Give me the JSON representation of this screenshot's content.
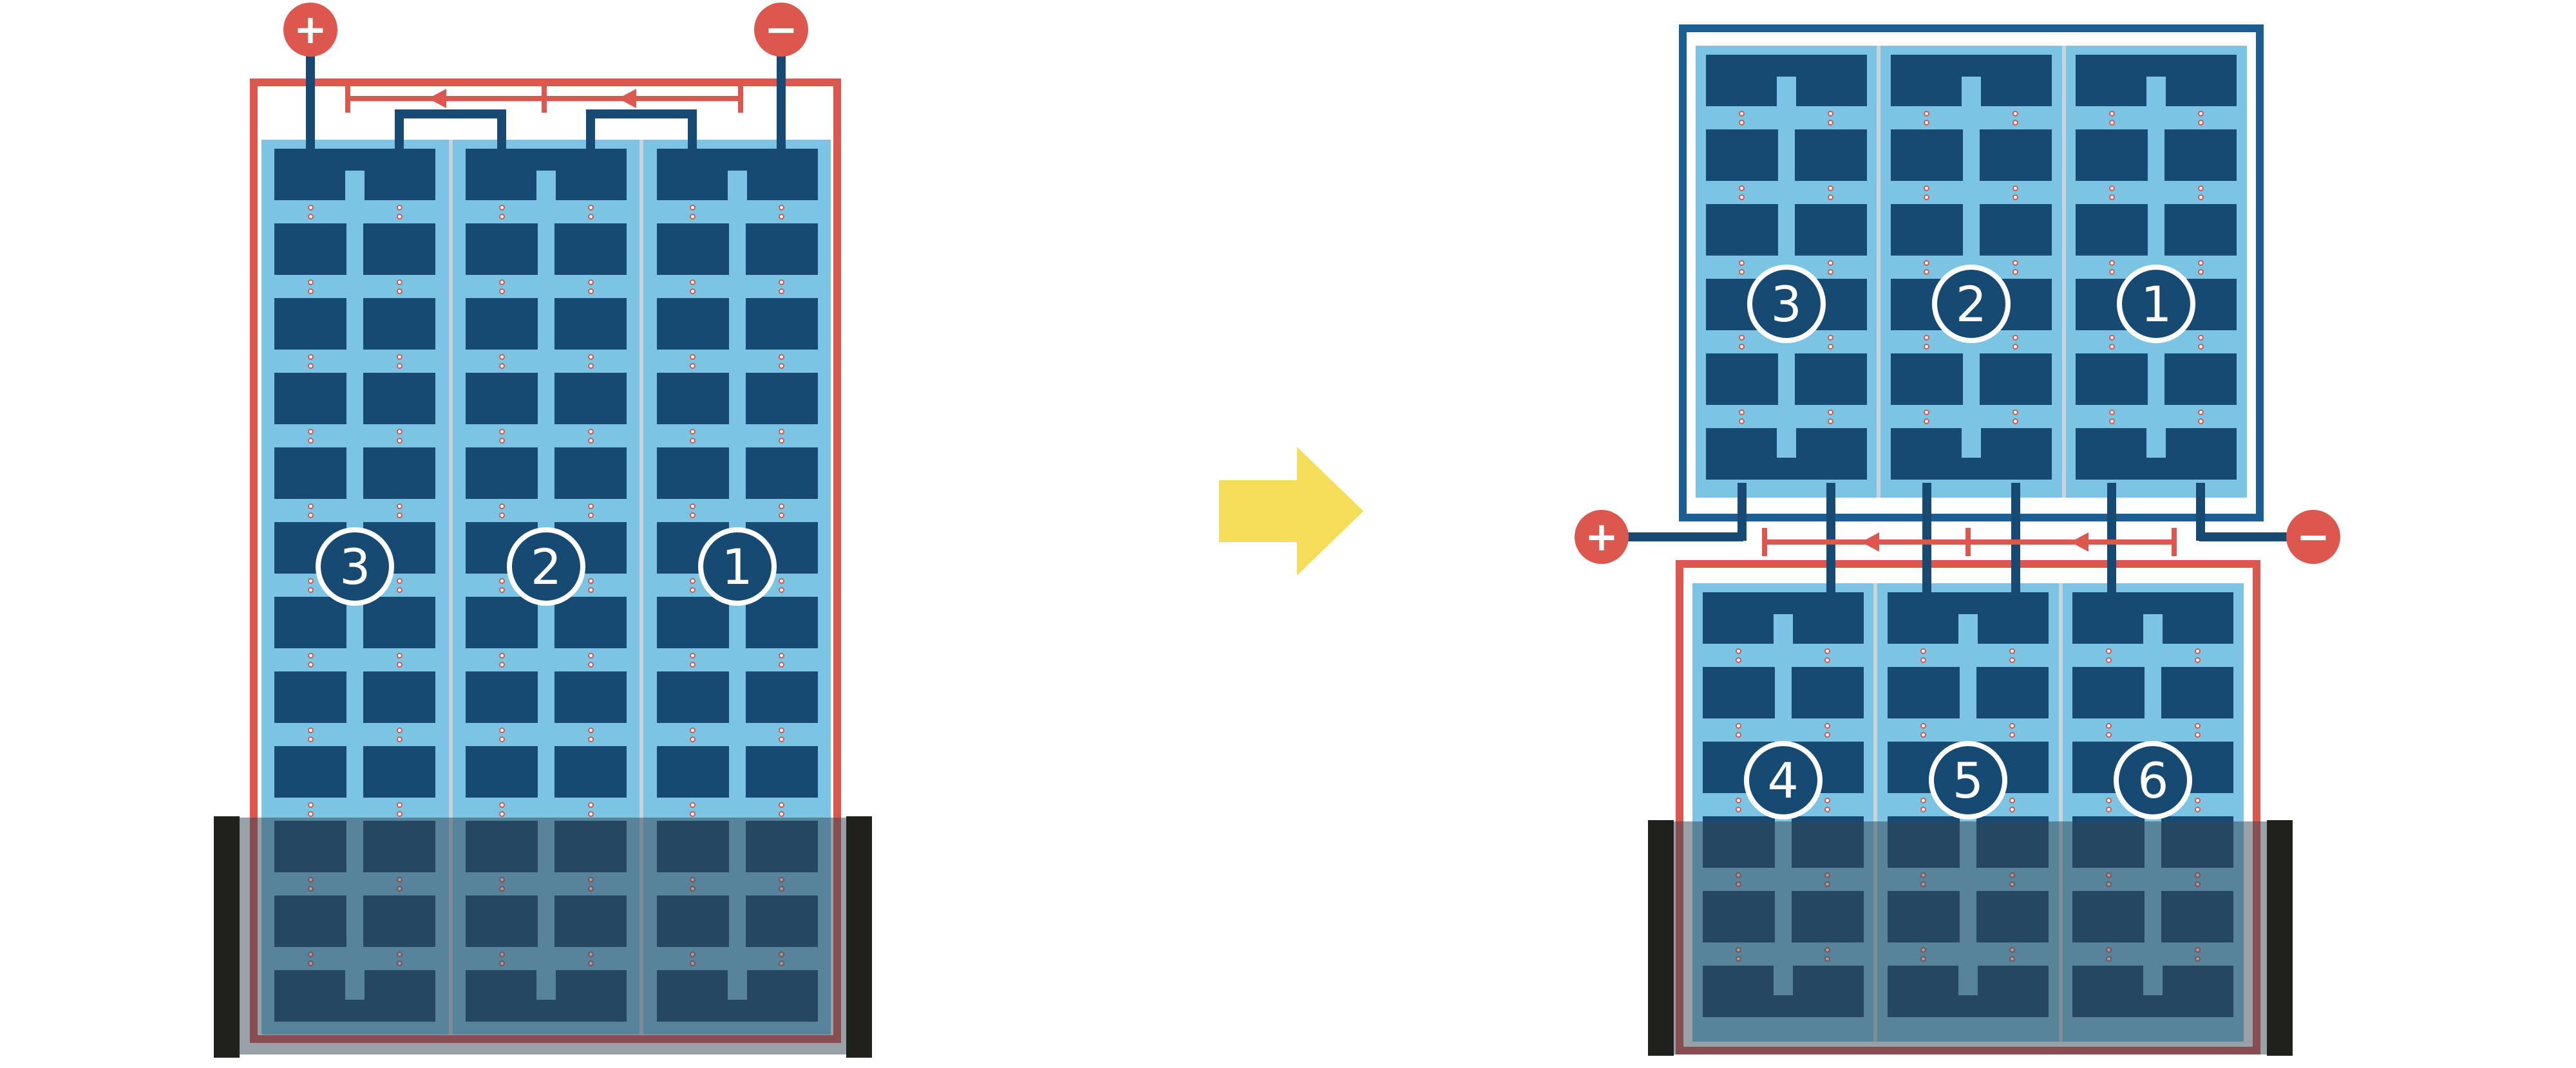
{
  "terminals": {
    "left_plus": "+",
    "left_minus": "−",
    "right_plus": "+",
    "right_minus": "−"
  },
  "panels": {
    "left": {
      "rows": 12,
      "strings": [
        "3",
        "2",
        "1"
      ]
    },
    "right_top": {
      "rows": 6,
      "strings": [
        "3",
        "2",
        "1"
      ]
    },
    "right_bottom": {
      "rows": 6,
      "strings": [
        "4",
        "5",
        "6"
      ]
    }
  },
  "colors": {
    "red": "#dc574e",
    "navy": "#164a73",
    "panel_blue": "#7cc4e4",
    "frame_blue": "#1b5e93",
    "divider": "#c9d4da",
    "arrow_yellow": "#f5dd5a",
    "dot_ring": "#cf5a50",
    "bar_black": "#20211d",
    "shade_overlay": "rgba(52,68,82,0.5)"
  }
}
